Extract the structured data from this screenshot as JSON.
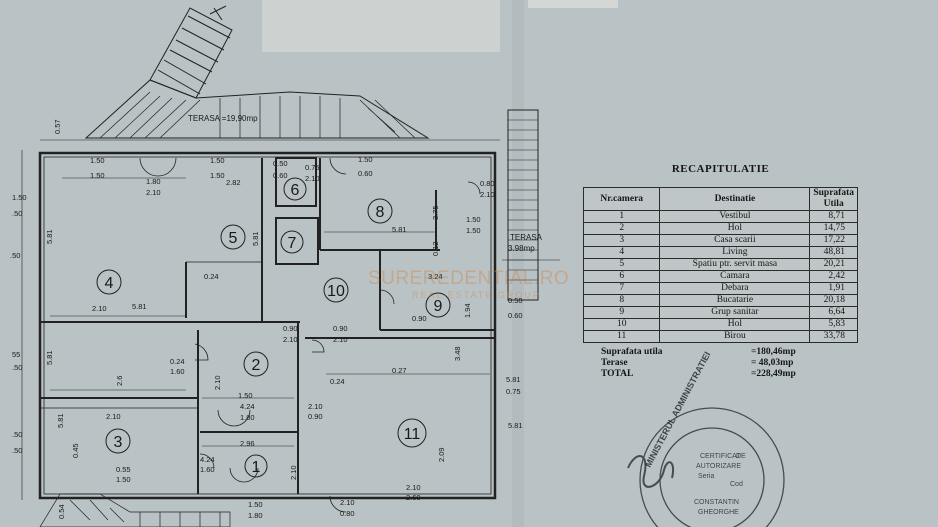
{
  "plan": {
    "terasa_top": "TERASA =19,90mp",
    "terasa_right": "TERASA",
    "terasa_right_area": "3.98mp",
    "rooms": [
      "1",
      "2",
      "3",
      "4",
      "5",
      "6",
      "7",
      "8",
      "9",
      "10",
      "11"
    ],
    "dims": [
      "0.57",
      "1.50",
      "1.50",
      "1.80",
      "2.10",
      "1.50",
      "1.50",
      "2.82",
      "0.50",
      "0.60",
      "0.75",
      "2.10",
      "1.50",
      "0.60",
      "0.80",
      "2.10",
      "3.75",
      "5.81",
      "0.12",
      "1.50",
      "1.50",
      "5.81",
      "5.81",
      "0.24",
      "3.24",
      "5.81",
      "1.94",
      "0.50",
      "0.60",
      "0.90",
      "2.10",
      "0.90",
      "2.10",
      "0.90",
      "2.10",
      "5.81",
      "2.6",
      "0.24",
      "1.60",
      "2.10",
      "3.48",
      "0.24",
      "0.27",
      "5.81",
      "0.75",
      "1.50",
      "4.24",
      "1.80",
      "2.10",
      "0.90",
      "2.10",
      "5.81",
      "0.45",
      "2.96",
      "4.24",
      "1.60",
      "2.10",
      "2.09",
      "5.81",
      "0.55",
      "1.50",
      "1.50",
      "1.80",
      "2.10",
      "0.80",
      "2.10",
      "2.60",
      "1.50",
      ".50",
      ".50",
      "55",
      ".50",
      ".50",
      ".50",
      "0.54"
    ]
  },
  "recap": {
    "title": "RECAPITULATIE",
    "headers": [
      "Nr.camera",
      "Destinatie",
      "Suprafata Utila"
    ],
    "rows": [
      [
        "1",
        "Vestibul",
        "8,71"
      ],
      [
        "2",
        "Hol",
        "14,75"
      ],
      [
        "3",
        "Casa scarii",
        "17,22"
      ],
      [
        "4",
        "Living",
        "48,81"
      ],
      [
        "5",
        "Spatiu ptr. servit masa",
        "20,21"
      ],
      [
        "6",
        "Camara",
        "2,42"
      ],
      [
        "7",
        "Debara",
        "1,91"
      ],
      [
        "8",
        "Bucatarie",
        "20,18"
      ],
      [
        "9",
        "Grup sanitar",
        "6,64"
      ],
      [
        "10",
        "Hol",
        "5,83"
      ],
      [
        "11",
        "Birou",
        "33,78"
      ]
    ],
    "totals": [
      {
        "label": "Suprafata utila",
        "value": "=180,46mp"
      },
      {
        "label": "Terase",
        "value": "= 48,03mp"
      },
      {
        "label": "TOTAL",
        "value": "=228,49mp"
      }
    ]
  },
  "watermark": {
    "brand": "SUREREDENTIAL.RO",
    "sub": "REAL ESTATE GROUP"
  },
  "stamp": {
    "ring": "MINISTERUL ADMINISTRATIEI",
    "lines": [
      "CERTIFICAT",
      "DE",
      "AUTORIZARE",
      "Seria",
      "Cod",
      "CONSTANTIN",
      "GHEORGHE"
    ]
  },
  "colors": {
    "paper": "#b9c2c4",
    "ink": "#222222",
    "watermark": "#d77828"
  }
}
